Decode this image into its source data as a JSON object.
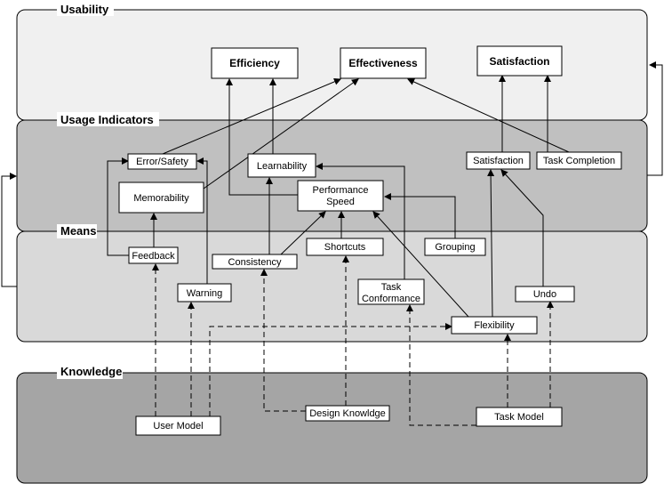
{
  "layers": {
    "usability": "Usability",
    "usage_indicators": "Usage Indicators",
    "means": "Means",
    "knowledge": "Knowledge"
  },
  "nodes": {
    "efficiency": "Efficiency",
    "effectiveness": "Effectiveness",
    "satisfaction_top": "Satisfaction",
    "error_safety": "Error/Safety",
    "learnability": "Learnability",
    "memorability": "Memorability",
    "performance_speed": [
      "Performance",
      "Speed"
    ],
    "satisfaction_indicator": "Satisfaction",
    "task_completion": "Task Completion",
    "feedback": "Feedback",
    "consistency": "Consistency",
    "shortcuts": "Shortcuts",
    "grouping": "Grouping",
    "warning": "Warning",
    "task_conformance": [
      "Task",
      "Conformance"
    ],
    "undo": "Undo",
    "flexibility": "Flexibility",
    "user_model": "User Model",
    "design_knowledge": "Design Knowldge",
    "task_model": "Task Model"
  },
  "colors": {
    "usability_fill": "#f0f0f0",
    "usage_indicators_fill": "#c0c0c0",
    "means_fill": "#d9d9d9",
    "knowledge_fill": "#a5a5a5",
    "node_fill": "#ffffff",
    "stroke": "#000000"
  }
}
